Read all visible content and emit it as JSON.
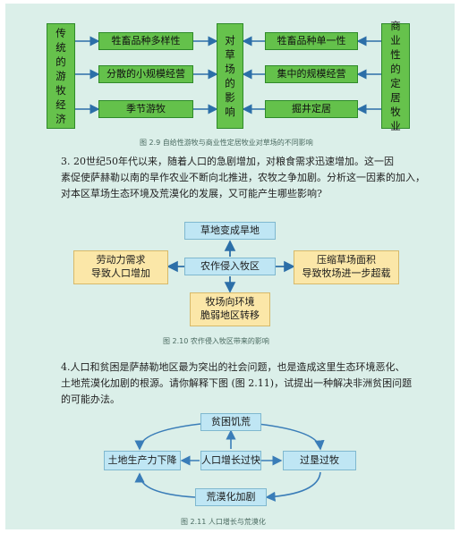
{
  "fig29": {
    "left_label": "传统的游牧经济",
    "right_label": "商业性的定居牧业",
    "center_label": "对草场的影响",
    "left_items": [
      "牲畜品种多样性",
      "分散的小规模经营",
      "季节游牧"
    ],
    "right_items": [
      "牲畜品种单一性",
      "集中的规模经营",
      "掘井定居"
    ],
    "caption": "图 2.9    自给性游牧与商业性定居牧业对草场的不同影响"
  },
  "question3": {
    "line1": "3. 20世纪50年代以来，随着人口的急剧增加，对粮食需求迅速增加。这一因",
    "line2": "素促使萨赫勒以南的旱作农业不断向北推进，农牧之争加剧。分析这一因素的加入，",
    "line3": "对本区草场生态环境及荒漠化的发展，又可能产生哪些影响?"
  },
  "fig210": {
    "top": "草地变成旱地",
    "center": "农作侵入牧区",
    "left_line1": "劳动力需求",
    "left_line2": "导致人口增加",
    "right_line1": "压缩草场面积",
    "right_line2": "导致牧场进一步超载",
    "bottom_line1": "牧场向环境",
    "bottom_line2": "脆弱地区转移",
    "caption": "图 2.10    农作侵入牧区带来的影响"
  },
  "question4": {
    "line1": "4.人口和贫困是萨赫勒地区最为突出的社会问题，也是造成这里生态环境恶化、",
    "line2": "土地荒漠化加剧的根源。请你解释下图 (图 2.11)，试提出一种解决非洲贫困问题",
    "line3": "的可能办法。"
  },
  "fig211": {
    "top": "贫困饥荒",
    "left": "土地生产力下降",
    "center": "人口增长过快",
    "right": "过垦过牧",
    "bottom": "荒漠化加剧",
    "caption": "图 2.11    人口增长与荒漠化"
  }
}
